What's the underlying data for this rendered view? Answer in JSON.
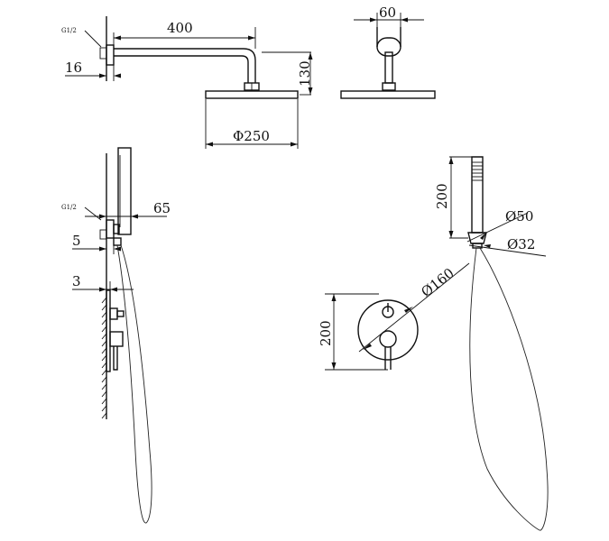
{
  "dimensions": {
    "arm_length": "400",
    "head_side_width": "60",
    "thread_top": "G1/2",
    "wall_gap_top": "16",
    "arm_drop": "130",
    "head_diameter": "Φ250",
    "handset_length": "200",
    "thread_side": "G1/2",
    "holder_depth": "65",
    "holder_gap": "5",
    "plate_gap": "3",
    "handset_head_diameter": "Ø50",
    "handle_diameter": "Ø32",
    "plate_diameter": "Ø160",
    "plate_height": "200"
  }
}
